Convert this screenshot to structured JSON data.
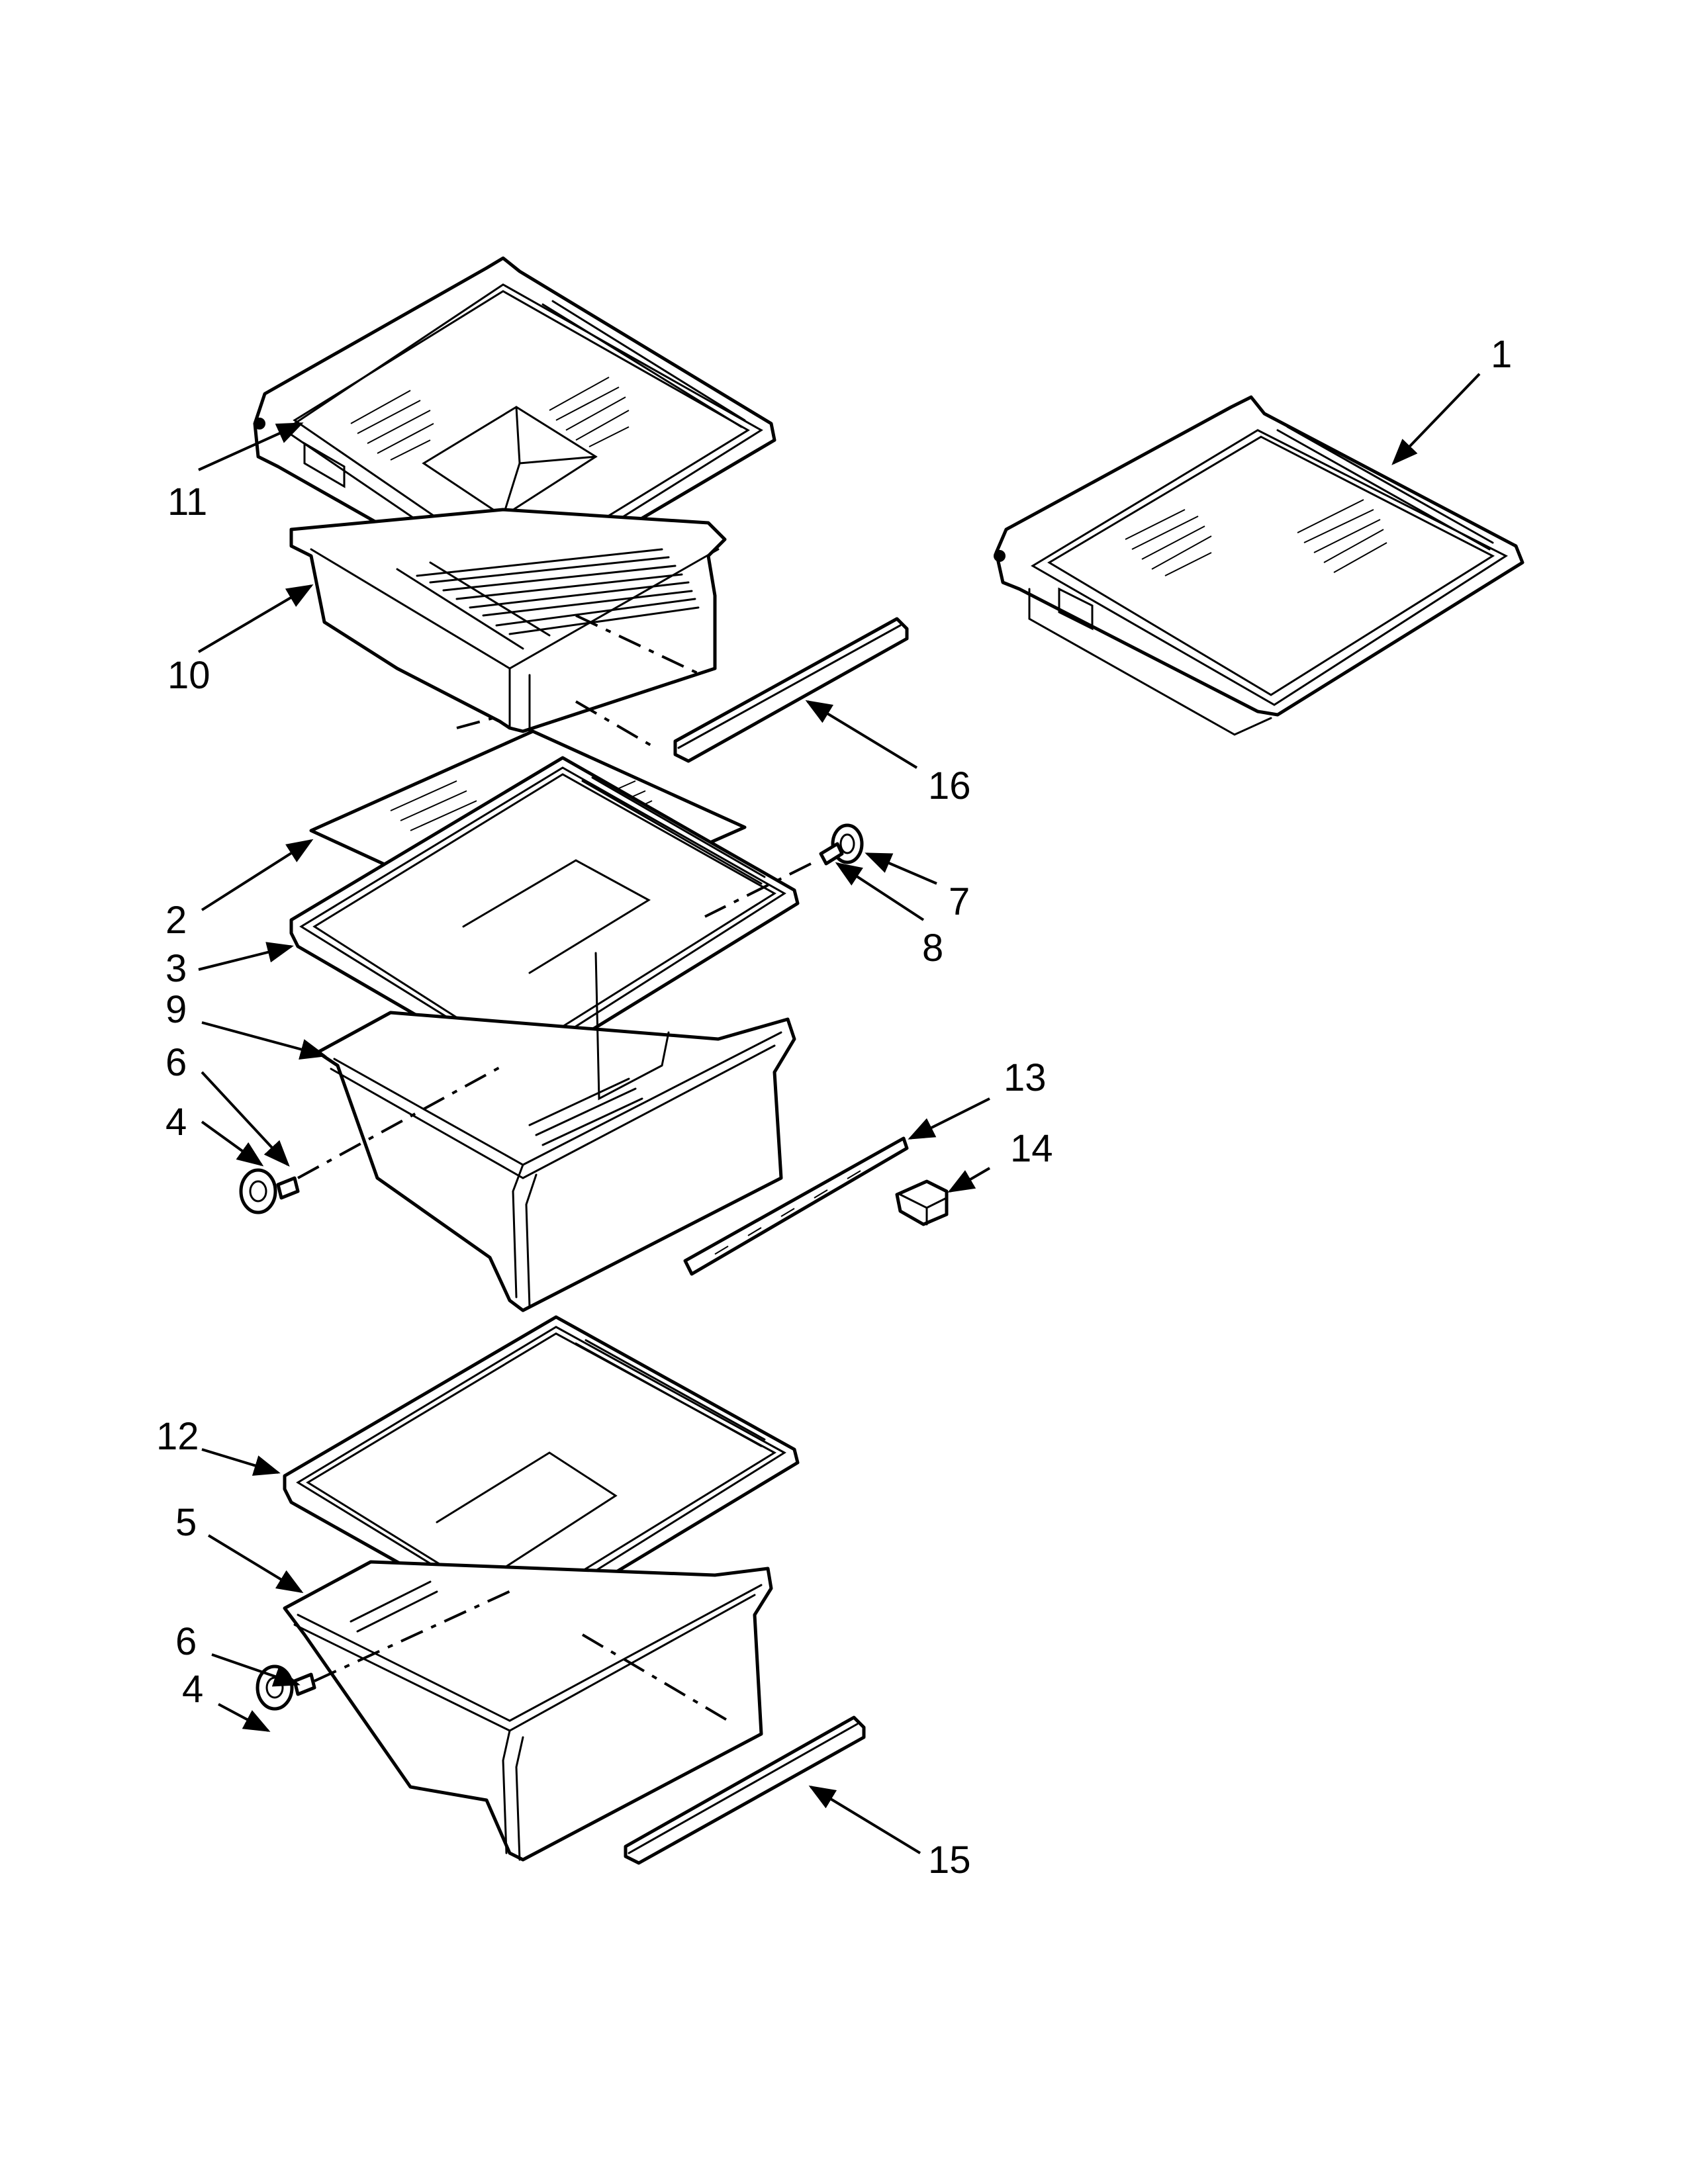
{
  "callouts": [
    {
      "id": "c1",
      "label": "1"
    },
    {
      "id": "c2",
      "label": "2"
    },
    {
      "id": "c3",
      "label": "3"
    },
    {
      "id": "c4a",
      "label": "4"
    },
    {
      "id": "c4b",
      "label": "4"
    },
    {
      "id": "c5",
      "label": "5"
    },
    {
      "id": "c6a",
      "label": "6"
    },
    {
      "id": "c6b",
      "label": "6"
    },
    {
      "id": "c7",
      "label": "7"
    },
    {
      "id": "c8",
      "label": "8"
    },
    {
      "id": "c9",
      "label": "9"
    },
    {
      "id": "c10",
      "label": "10"
    },
    {
      "id": "c11",
      "label": "11"
    },
    {
      "id": "c12",
      "label": "12"
    },
    {
      "id": "c13",
      "label": "13"
    },
    {
      "id": "c14",
      "label": "14"
    },
    {
      "id": "c15",
      "label": "15"
    },
    {
      "id": "c16",
      "label": "16"
    }
  ]
}
